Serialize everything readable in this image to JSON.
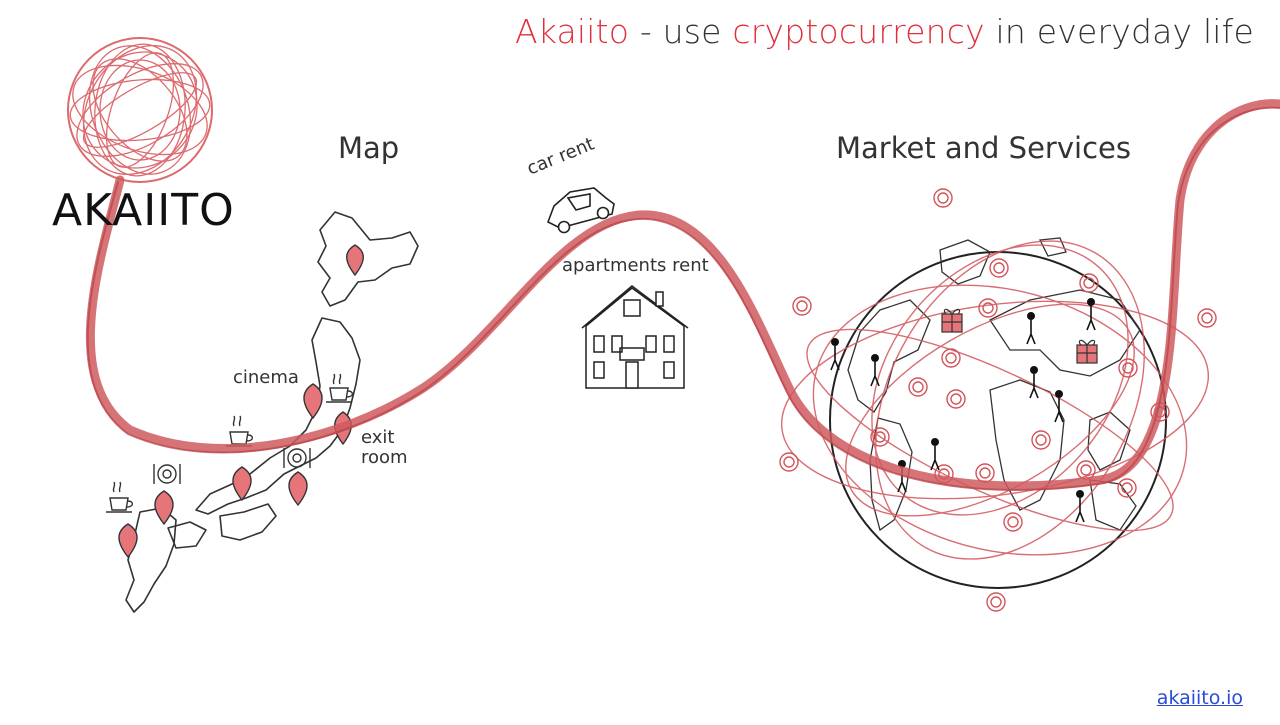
{
  "header": {
    "brand_name": "Akaiito",
    "separator": " - use ",
    "highlight": "cryptocurrency",
    "tail": " in everyday life"
  },
  "logo": {
    "text": "AKAIITO"
  },
  "sections": {
    "map": "Map",
    "market": "Market and Services"
  },
  "labels": {
    "car_rent": "car rent",
    "apartments_rent": "apartments rent",
    "cinema": "cinema",
    "exit_room_line1": "exit",
    "exit_room_line2": "room"
  },
  "footer": {
    "link": "akaiito.io"
  },
  "colors": {
    "accent": "#e0303c",
    "thread": "#cf5a5f",
    "ink": "#222222",
    "link": "#2a4bd7"
  },
  "icons": [
    "yarn-ball-logo",
    "japan-map",
    "map-pin-icon",
    "coffee-cup-icon",
    "plate-fork-knife-icon",
    "car-icon",
    "house-icon",
    "globe-icon",
    "crypto-coin-icon",
    "gift-icon",
    "person-icon"
  ]
}
